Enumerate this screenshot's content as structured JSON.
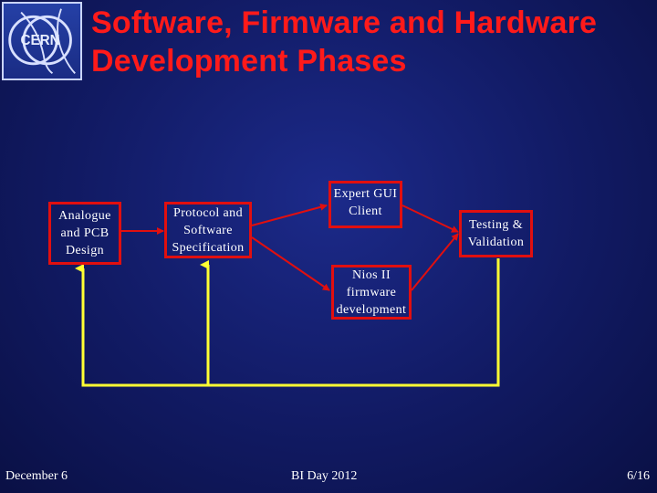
{
  "logo": {
    "text": "CERN"
  },
  "title": {
    "line1": "Software, Firmware and Hardware",
    "line2": "Development Phases"
  },
  "diagram": {
    "boxes": {
      "analogue": "Analogue\nand PCB\nDesign",
      "protocol": "Protocol and\nSoftware\nSpecification",
      "gui": "Expert GUI\nClient",
      "testing": "Testing &\nValidation",
      "nios": "Nios II\nfirmware\ndevelopment"
    },
    "colors": {
      "box_border": "#e10f0f",
      "arrow": "#e10f0f",
      "feedback": "#ffff33",
      "title": "#ff1a1a"
    }
  },
  "footer": {
    "left": "December 6",
    "center": "BI Day 2012",
    "right": "6/16"
  }
}
